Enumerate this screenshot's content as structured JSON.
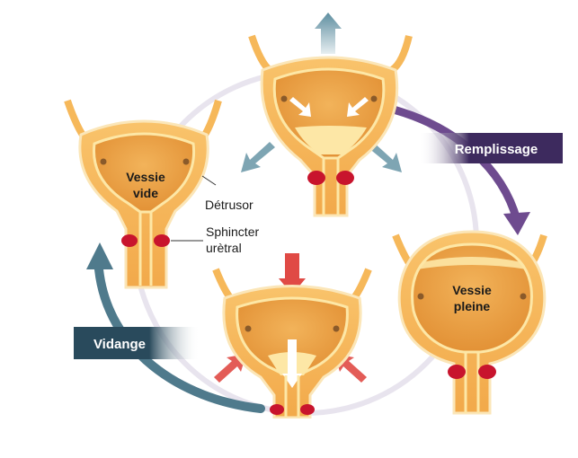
{
  "diagram": {
    "labels": {
      "empty_bladder_line1": "Vessie",
      "empty_bladder_line2": "vide",
      "detrusor": "Détrusor",
      "sphincter_line1": "Sphincter",
      "sphincter_line2": "urètral",
      "full_bladder_line1": "Vessie",
      "full_bladder_line2": "pleine"
    },
    "phases": {
      "filling": "Remplissage",
      "voiding": "Vidange"
    }
  },
  "colors": {
    "bladder_wall": "#f6b85a",
    "bladder_interior": "#e89a3c",
    "urine": "#fde7a6",
    "sphincter": "#c8142d",
    "filling_arrow": "#6e4b8f",
    "filling_banner": "#3d2a5e",
    "voiding_arrow": "#4f7a8c",
    "voiding_banner": "#294a5c",
    "relax_arrow": "#5e8ea0",
    "contract_arrow": "#e04a45"
  }
}
